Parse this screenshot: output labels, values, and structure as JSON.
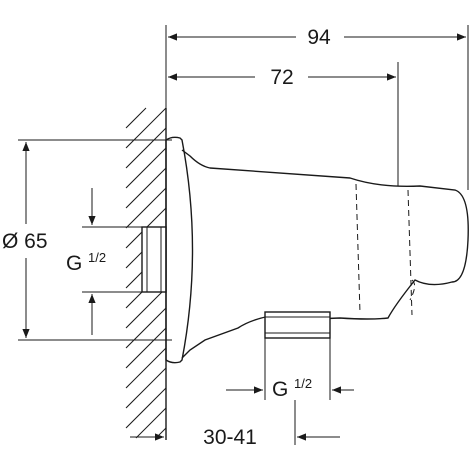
{
  "drawing": {
    "dimensions": {
      "overall_length": "94",
      "body_length": "72",
      "flange_diameter": "Ø 65",
      "inlet_thread_prefix": "G",
      "inlet_thread_fraction": "1/2",
      "outlet_thread_prefix": "G",
      "outlet_thread_fraction": "1/2",
      "wall_range": "30-41"
    }
  }
}
